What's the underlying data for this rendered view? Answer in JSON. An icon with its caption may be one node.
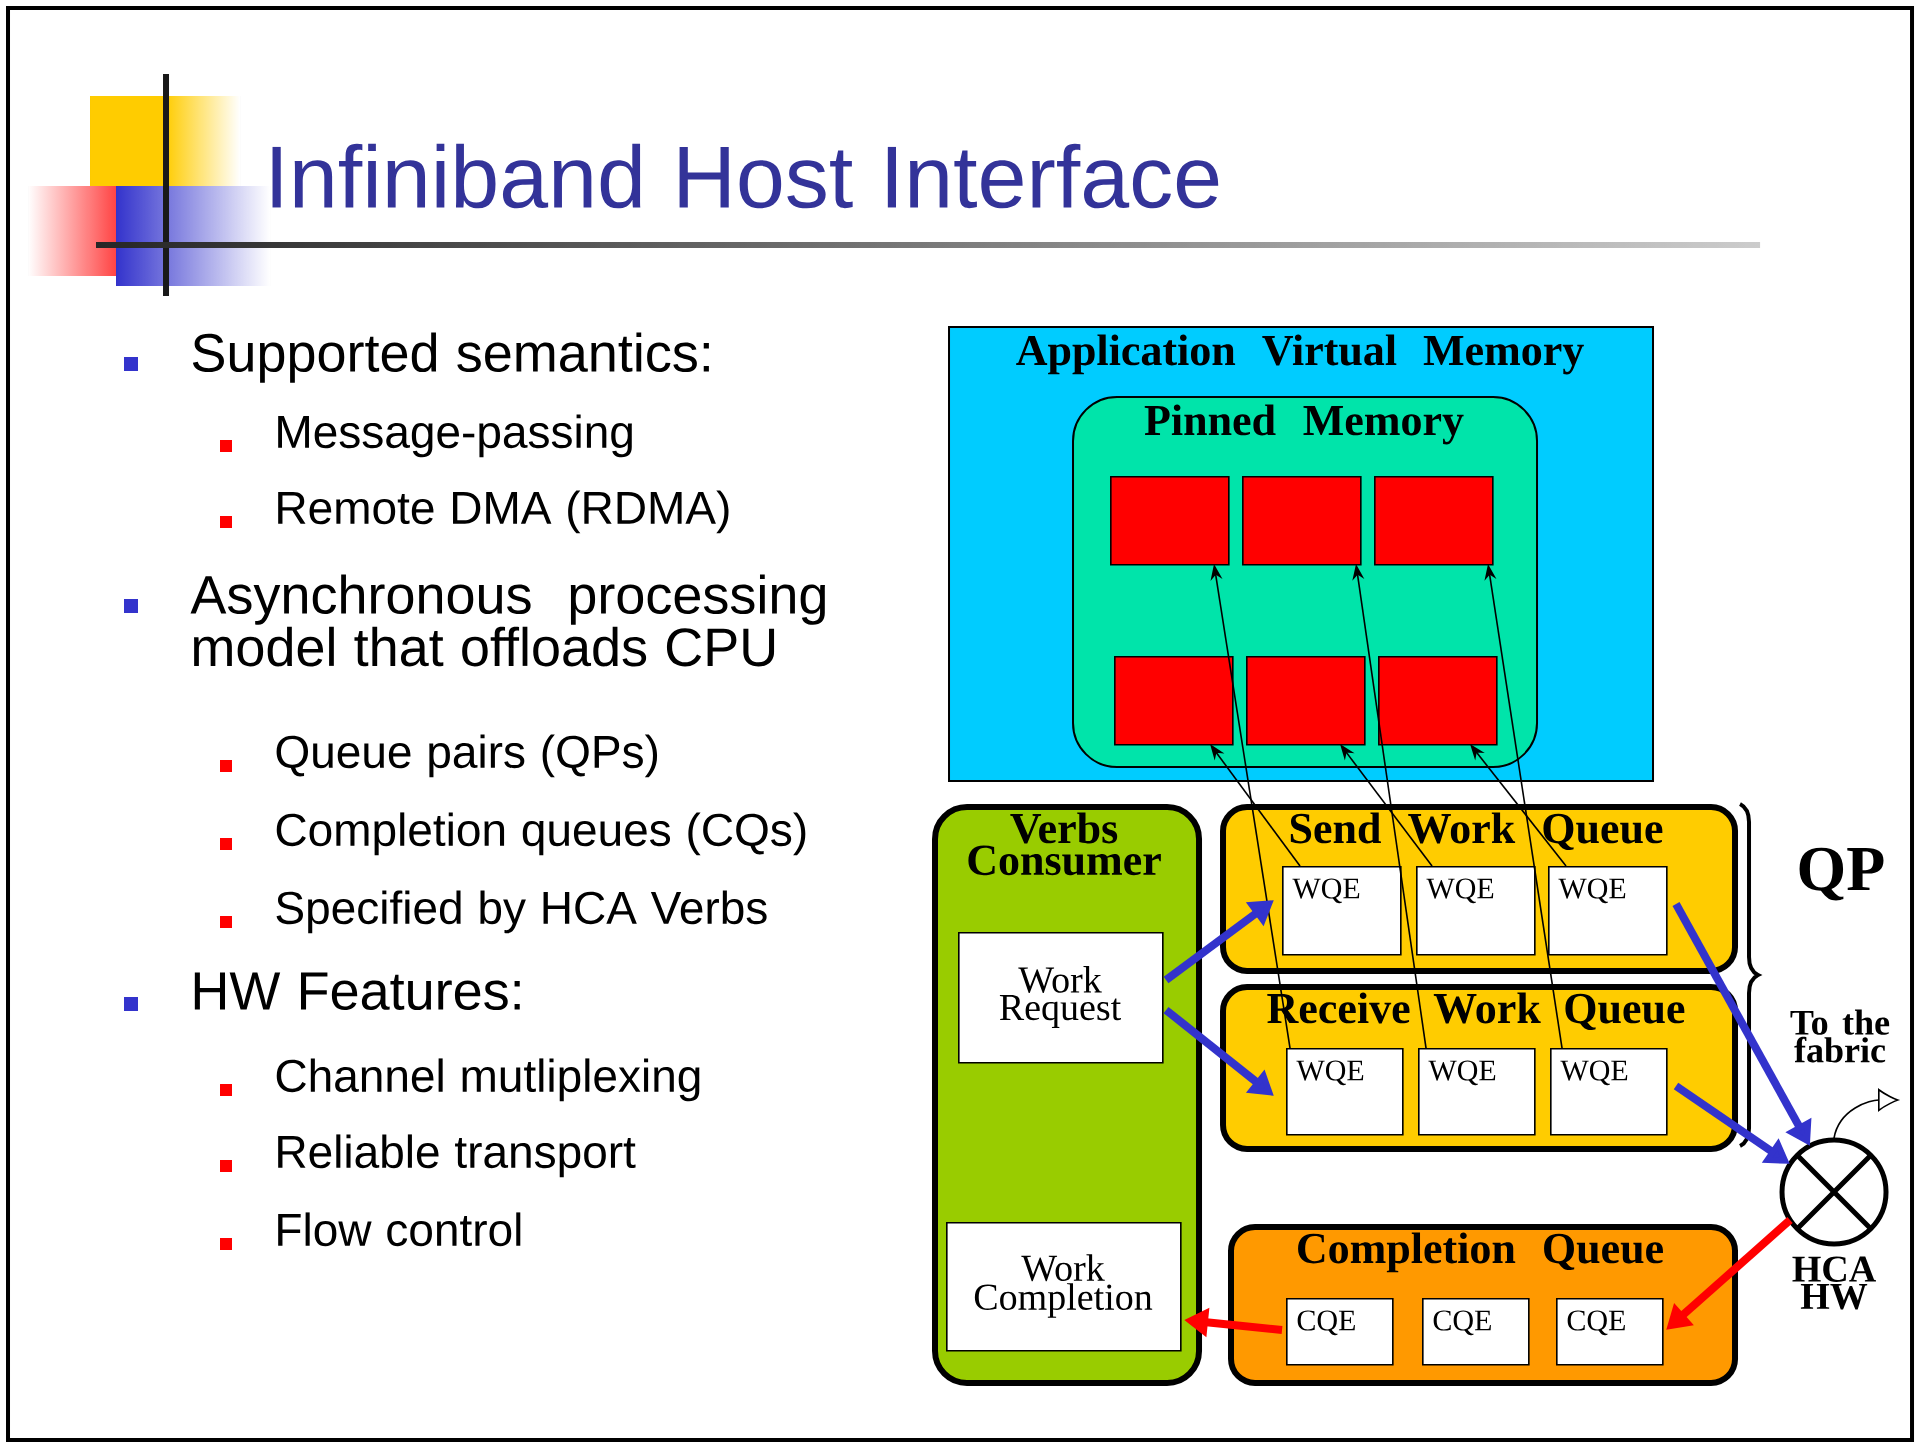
{
  "diagram": {
    "title": "Infiniband Host Interface",
    "nodes": [
      {
        "text": [
          "Application Virtual Memory"
        ]
      },
      {
        "text": [
          "Pinned Memory"
        ],
        "in": 0
      },
      {
        "text": [],
        "shape": "box",
        "in": 1
      },
      {
        "text": [],
        "shape": "box",
        "in": 1
      },
      {
        "text": [],
        "shape": "box",
        "in": 1
      },
      {
        "text": [],
        "shape": "box",
        "in": 1
      },
      {
        "text": [],
        "shape": "box",
        "in": 1
      },
      {
        "text": [],
        "shape": "box",
        "in": 1
      },
      {
        "text": [
          "Verbs Consumer"
        ]
      },
      {
        "text": [
          "Work Request"
        ],
        "in": 8
      },
      {
        "text": [
          "Work Completion"
        ],
        "in": 8
      },
      {
        "text": [
          "Send Work Queue"
        ]
      },
      {
        "text": [
          "WQE"
        ],
        "in": 11
      },
      {
        "text": [
          "WQE"
        ],
        "in": 11
      },
      {
        "text": [
          "WQE"
        ],
        "in": 11
      },
      {
        "text": [
          "Receive Work Queue"
        ]
      },
      {
        "text": [
          "WQE"
        ],
        "in": 15
      },
      {
        "text": [
          "WQE"
        ],
        "in": 15
      },
      {
        "text": [
          "WQE"
        ],
        "in": 15
      },
      {
        "text": [
          "Completion Queue"
        ]
      },
      {
        "text": [
          "CQE"
        ],
        "in": 19
      },
      {
        "text": [
          "CQE"
        ],
        "in": 19
      },
      {
        "text": [
          "CQE"
        ],
        "in": 19
      },
      {
        "text": [],
        "shape": "circle",
        "beside": [
          "HCA HW"
        ]
      }
    ],
    "edges": [
      {
        "from": 12,
        "to": 5,
        "arrow": "to"
      },
      {
        "from": 13,
        "to": 6,
        "arrow": "to"
      },
      {
        "from": 14,
        "to": 7,
        "arrow": "to"
      },
      {
        "from": 16,
        "to": 2,
        "arrow": "to"
      },
      {
        "from": 17,
        "to": 3,
        "arrow": "to"
      },
      {
        "from": 18,
        "to": 4,
        "arrow": "to"
      },
      {
        "from": 9,
        "to": 12,
        "arrow": "to",
        "style": "thick",
        "color": "#3333cc"
      },
      {
        "from": 9,
        "to": 16,
        "arrow": "to",
        "style": "thick",
        "color": "#3333cc"
      },
      {
        "from": 14,
        "to": 23,
        "arrow": "to",
        "style": "thick",
        "color": "#3333cc"
      },
      {
        "from": 18,
        "to": 23,
        "arrow": "to",
        "style": "thick",
        "color": "#3333cc"
      },
      {
        "from": 23,
        "to": 22,
        "arrow": "to",
        "style": "thick",
        "color": "#ff0000"
      },
      {
        "from": 20,
        "to": 10,
        "arrow": "to",
        "style": "thick",
        "color": "#ff0000"
      },
      {
        "from": 23,
        "to": null,
        "arrow": "to"
      }
    ],
    "labels": [
      "Supported semantics:",
      "Message-passing",
      "Remote DMA (RDMA)",
      "Asynchronous processing model that offloads CPU",
      "Queue pairs (QPs)",
      "Completion queues (CQs)",
      "Specified by HCA Verbs",
      "HW Features:",
      "Channel mutliplexing",
      "Reliable transport",
      "Flow control",
      "QP",
      "To the fabric"
    ]
  }
}
